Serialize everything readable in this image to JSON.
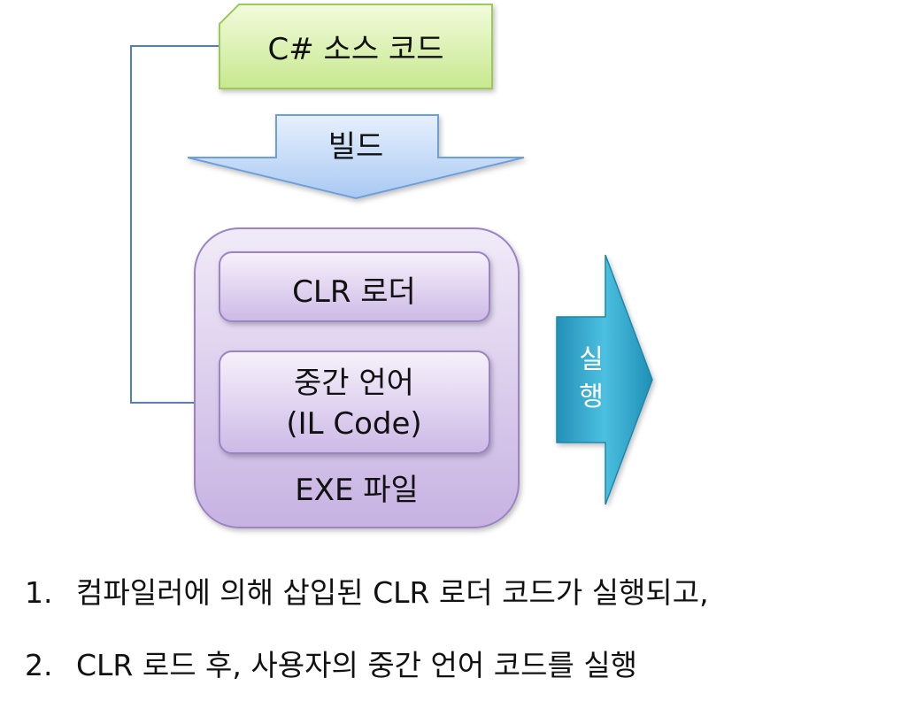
{
  "source_box": {
    "label": "C# 소스 코드"
  },
  "build_arrow": {
    "label": "빌드"
  },
  "exe_file": {
    "label": "EXE 파일",
    "clr_loader": {
      "label": "CLR 로더"
    },
    "il_box": {
      "line1": "중간 언어",
      "line2": "(IL Code)"
    }
  },
  "run_arrow": {
    "line1": "실",
    "line2": "행"
  },
  "steps": [
    {
      "num": "1.",
      "text": "컴파일러에 의해 삽입된 CLR 로더 코드가 실행되고,"
    },
    {
      "num": "2.",
      "text": "CLR 로드 후, 사용자의 중간 언어 코드를 실행"
    }
  ],
  "colors": {
    "source_fill": "#d6f0a6",
    "source_stroke": "#9cc95a",
    "build_fill": "#cfe1fb",
    "build_stroke": "#6e9fd9",
    "exe_fill": "#dccdee",
    "exe_stroke": "#9a84c4",
    "inner_fill": "#e2d6f2",
    "run_fill": "#2ba5c9",
    "connector": "#4f7fc0"
  }
}
